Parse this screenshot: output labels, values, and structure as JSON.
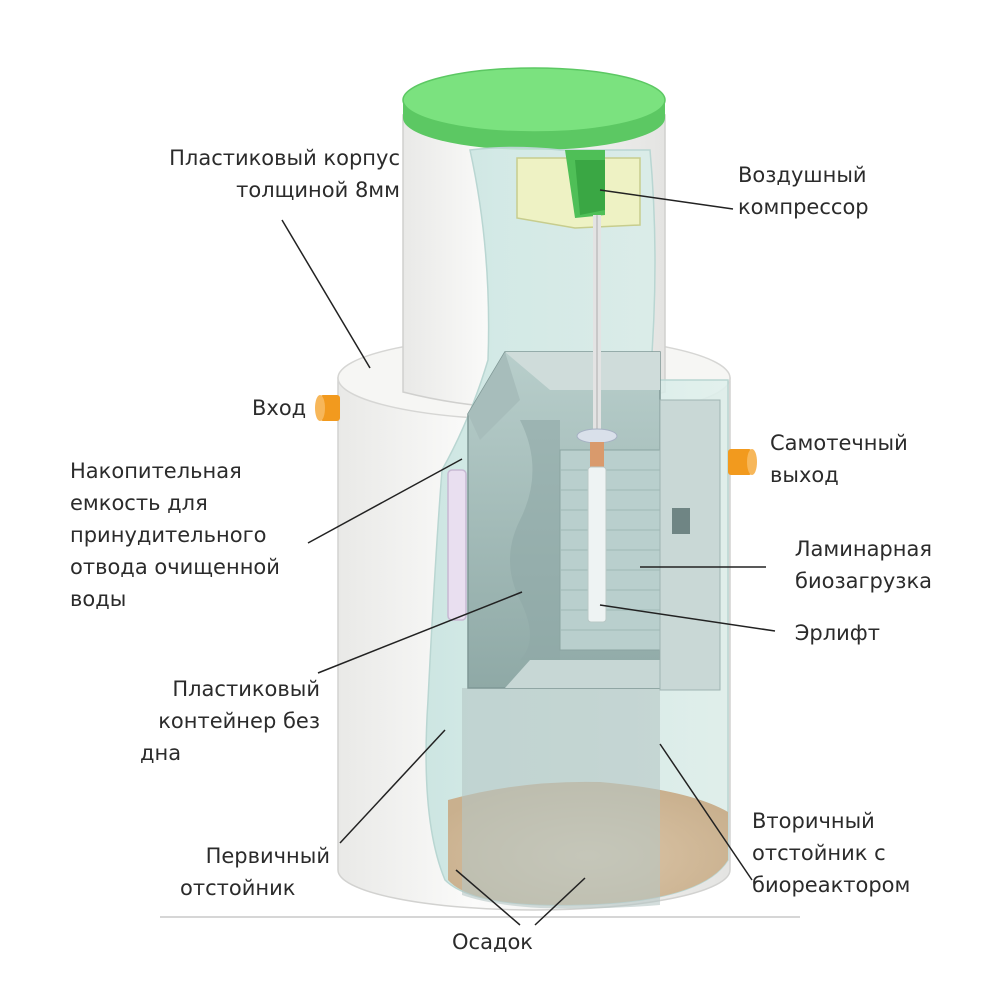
{
  "labels": {
    "body": [
      "Пластиковый корпус",
      "толщиной 8мм"
    ],
    "compressor": [
      "Воздушный",
      "компрессор"
    ],
    "inlet": [
      "Вход"
    ],
    "outlet": [
      "Самотечный",
      "выход"
    ],
    "storage": [
      "Накопительная",
      "емкость для",
      "принудительного",
      "отвода очищенной",
      "воды"
    ],
    "laminar": [
      "Ламинарная",
      "биозагрузка"
    ],
    "airlift": [
      "Эрлифт"
    ],
    "container": [
      "Пластиковый",
      "контейнер без",
      "дна"
    ],
    "primary": [
      "Первичный",
      "отстойник"
    ],
    "secondary": [
      "Вторичный",
      "отстойник с",
      "биореактором"
    ],
    "sediment": [
      "Осадок"
    ]
  },
  "colors": {
    "lid": "#7be27f",
    "tank_body": "#f4f4f2",
    "water": "#cfe7e4",
    "inner_chamber": "#9db5b3",
    "sediment": "#d8c1a3",
    "pipe": "#f29a1e",
    "compressor": "#e6ebb5",
    "leader_line": "#222222"
  }
}
